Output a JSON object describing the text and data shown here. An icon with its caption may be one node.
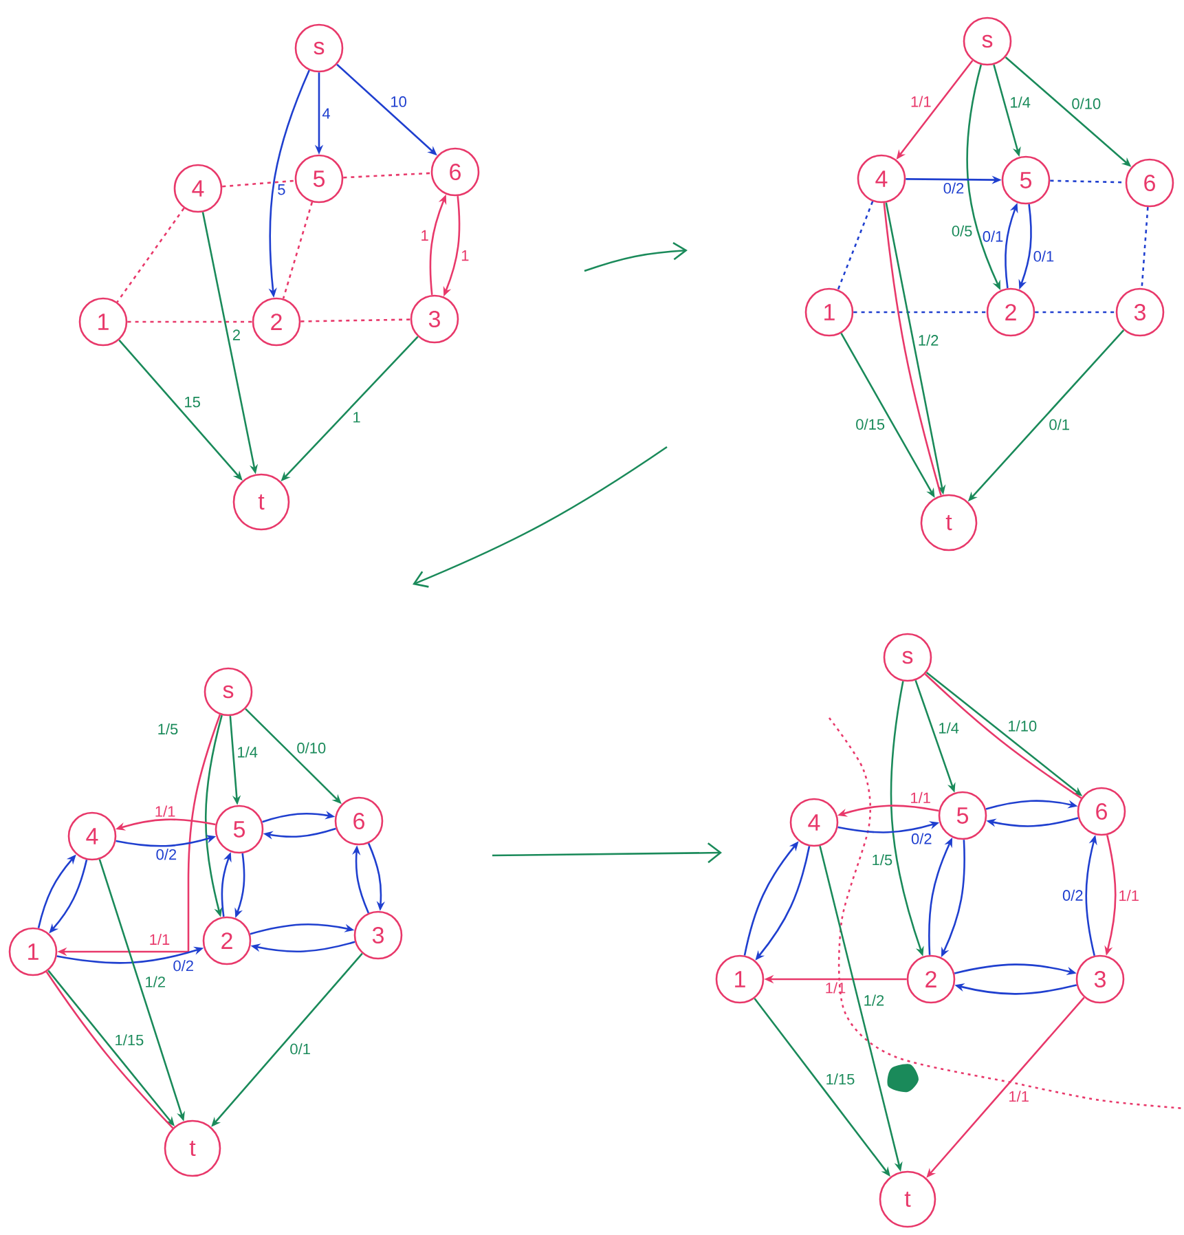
{
  "diagram": {
    "nodes": [
      {
        "text": [
          "s"
        ]
      },
      {
        "text": [
          "4"
        ]
      },
      {
        "text": [
          "5"
        ]
      },
      {
        "text": [
          "6"
        ]
      },
      {
        "text": [
          "1"
        ]
      },
      {
        "text": [
          "2"
        ]
      },
      {
        "text": [
          "3"
        ]
      },
      {
        "text": [
          "t"
        ]
      },
      {
        "text": [
          "s"
        ]
      },
      {
        "text": [
          "4"
        ]
      },
      {
        "text": [
          "5"
        ]
      },
      {
        "text": [
          "6"
        ]
      },
      {
        "text": [
          "1"
        ]
      },
      {
        "text": [
          "2"
        ]
      },
      {
        "text": [
          "3"
        ]
      },
      {
        "text": [
          "t"
        ]
      },
      {
        "text": [
          "s"
        ]
      },
      {
        "text": [
          "4"
        ]
      },
      {
        "text": [
          "5"
        ]
      },
      {
        "text": [
          "6"
        ]
      },
      {
        "text": [
          "1"
        ]
      },
      {
        "text": [
          "2"
        ]
      },
      {
        "text": [
          "3"
        ]
      },
      {
        "text": [
          "t"
        ]
      },
      {
        "text": [
          "s"
        ]
      },
      {
        "text": [
          "4"
        ]
      },
      {
        "text": [
          "5"
        ]
      },
      {
        "text": [
          "6"
        ]
      },
      {
        "text": [
          "1"
        ]
      },
      {
        "text": [
          "2"
        ]
      },
      {
        "text": [
          "3"
        ]
      },
      {
        "text": [
          "t"
        ]
      }
    ],
    "edges": [
      {
        "from": 0,
        "to": 5,
        "arrow": "to",
        "label": "5",
        "color": "#1f3fcf"
      },
      {
        "from": 0,
        "to": 2,
        "arrow": "to",
        "label": "4",
        "color": "#1f3fcf"
      },
      {
        "from": 0,
        "to": 3,
        "arrow": "to",
        "label": "10",
        "color": "#1f3fcf"
      },
      {
        "from": 1,
        "to": 2,
        "arrow": "none",
        "style": "dashed",
        "color": "#e8386a"
      },
      {
        "from": 2,
        "to": 3,
        "arrow": "none",
        "style": "dashed",
        "color": "#e8386a"
      },
      {
        "from": 1,
        "to": 4,
        "arrow": "none",
        "style": "dashed",
        "color": "#e8386a"
      },
      {
        "from": 2,
        "to": 5,
        "arrow": "none",
        "style": "dashed",
        "color": "#e8386a"
      },
      {
        "from": 4,
        "to": 5,
        "arrow": "none",
        "style": "dashed",
        "color": "#e8386a"
      },
      {
        "from": 5,
        "to": 6,
        "arrow": "none",
        "style": "dashed",
        "color": "#e8386a"
      },
      {
        "from": 3,
        "to": 6,
        "arrow": "to",
        "label": "1",
        "color": "#e8386a"
      },
      {
        "from": 6,
        "to": 3,
        "arrow": "to",
        "label": "1",
        "color": "#e8386a"
      },
      {
        "from": 4,
        "to": 7,
        "arrow": "to",
        "label": "15",
        "color": "#1a8a5a"
      },
      {
        "from": 1,
        "to": 7,
        "arrow": "to",
        "label": "2",
        "color": "#1a8a5a"
      },
      {
        "from": 6,
        "to": 7,
        "arrow": "to",
        "label": "1",
        "color": "#1a8a5a"
      },
      {
        "from": 8,
        "to": 10,
        "arrow": "to",
        "label": "1/4",
        "color": "#1a8a5a"
      },
      {
        "from": 8,
        "to": 11,
        "arrow": "to",
        "label": "0/10",
        "color": "#1a8a5a"
      },
      {
        "from": 8,
        "to": 13,
        "arrow": "to",
        "label": "0/5",
        "color": "#1a8a5a"
      },
      {
        "from": 8,
        "to": 9,
        "arrow": "to",
        "label": "1/1",
        "color": "#e8386a"
      },
      {
        "from": 9,
        "to": 10,
        "arrow": "to",
        "label": "0/2",
        "color": "#1f3fcf"
      },
      {
        "from": 13,
        "to": 10,
        "arrow": "to",
        "label": "0/1",
        "color": "#1f3fcf"
      },
      {
        "from": 10,
        "to": 13,
        "arrow": "to",
        "label": "0/1",
        "color": "#1f3fcf"
      },
      {
        "from": 10,
        "to": 11,
        "arrow": "none",
        "style": "dashed",
        "color": "#1f3fcf"
      },
      {
        "from": 9,
        "to": 12,
        "arrow": "none",
        "style": "dashed",
        "color": "#1f3fcf"
      },
      {
        "from": 12,
        "to": 13,
        "arrow": "none",
        "style": "dashed",
        "color": "#1f3fcf"
      },
      {
        "from": 13,
        "to": 14,
        "arrow": "none",
        "style": "dashed",
        "color": "#1f3fcf"
      },
      {
        "from": 11,
        "to": 14,
        "arrow": "none",
        "style": "dashed",
        "color": "#1f3fcf"
      },
      {
        "from": 9,
        "to": 15,
        "arrow": "to",
        "label": "1/2",
        "color": "#1a8a5a"
      },
      {
        "from": 9,
        "to": 15,
        "arrow": "none",
        "color": "#e8386a"
      },
      {
        "from": 12,
        "to": 15,
        "arrow": "to",
        "label": "0/15",
        "color": "#1a8a5a"
      },
      {
        "from": 14,
        "to": 15,
        "arrow": "to",
        "label": "0/1",
        "color": "#1a8a5a"
      },
      {
        "from": 16,
        "to": 18,
        "arrow": "to",
        "label": "1/4",
        "color": "#1a8a5a"
      },
      {
        "from": 16,
        "to": 19,
        "arrow": "to",
        "label": "0/10",
        "color": "#1a8a5a"
      },
      {
        "from": 16,
        "to": 21,
        "arrow": "to",
        "label": "1/5",
        "color": "#1a8a5a"
      },
      {
        "from": 16,
        "to": 20,
        "arrow": "to",
        "label": "1/1",
        "color": "#e8386a"
      },
      {
        "from": 18,
        "to": 17,
        "arrow": "to",
        "label": "1/1",
        "color": "#e8386a"
      },
      {
        "from": 17,
        "to": 18,
        "arrow": "to",
        "label": "0/2",
        "color": "#1f3fcf"
      },
      {
        "from": 18,
        "to": 19,
        "arrow": "to",
        "color": "#1f3fcf"
      },
      {
        "from": 19,
        "to": 18,
        "arrow": "to",
        "color": "#1f3fcf"
      },
      {
        "from": 19,
        "to": 22,
        "arrow": "to",
        "color": "#1f3fcf"
      },
      {
        "from": 22,
        "to": 19,
        "arrow": "to",
        "color": "#1f3fcf"
      },
      {
        "from": 22,
        "to": 21,
        "arrow": "to",
        "color": "#1f3fcf"
      },
      {
        "from": 21,
        "to": 22,
        "arrow": "to",
        "color": "#1f3fcf"
      },
      {
        "from": 21,
        "to": 18,
        "arrow": "to",
        "color": "#1f3fcf"
      },
      {
        "from": 18,
        "to": 21,
        "arrow": "to",
        "color": "#1f3fcf"
      },
      {
        "from": 17,
        "to": 20,
        "arrow": "to",
        "color": "#1f3fcf"
      },
      {
        "from": 20,
        "to": 17,
        "arrow": "to",
        "color": "#1f3fcf"
      },
      {
        "from": 20,
        "to": 21,
        "arrow": "to",
        "label": "0/2",
        "color": "#1f3fcf"
      },
      {
        "from": 17,
        "to": 23,
        "arrow": "to",
        "label": "1/2",
        "color": "#1a8a5a"
      },
      {
        "from": 20,
        "to": 23,
        "arrow": "to",
        "label": "1/15",
        "color": "#1a8a5a"
      },
      {
        "from": 20,
        "to": 23,
        "arrow": "none",
        "color": "#e8386a"
      },
      {
        "from": 22,
        "to": 23,
        "arrow": "to",
        "label": "0/1",
        "color": "#1a8a5a"
      },
      {
        "from": 24,
        "to": 26,
        "arrow": "to",
        "label": "1/4",
        "color": "#1a8a5a"
      },
      {
        "from": 24,
        "to": 27,
        "arrow": "to",
        "label": "1/10",
        "color": "#1a8a5a"
      },
      {
        "from": 24,
        "to": 27,
        "arrow": "none",
        "color": "#e8386a"
      },
      {
        "from": 24,
        "to": 29,
        "arrow": "to",
        "label": "1/5",
        "color": "#1a8a5a"
      },
      {
        "from": 26,
        "to": 25,
        "arrow": "to",
        "label": "1/1",
        "color": "#e8386a"
      },
      {
        "from": 25,
        "to": 26,
        "arrow": "to",
        "label": "0/2",
        "color": "#1f3fcf"
      },
      {
        "from": 26,
        "to": 27,
        "arrow": "to",
        "color": "#1f3fcf"
      },
      {
        "from": 27,
        "to": 26,
        "arrow": "to",
        "color": "#1f3fcf"
      },
      {
        "from": 30,
        "to": 27,
        "arrow": "to",
        "label": "0/2",
        "color": "#1f3fcf"
      },
      {
        "from": 27,
        "to": 30,
        "arrow": "to",
        "label": "1/1",
        "color": "#e8386a"
      },
      {
        "from": 26,
        "to": 29,
        "arrow": "to",
        "color": "#1f3fcf"
      },
      {
        "from": 29,
        "to": 26,
        "arrow": "to",
        "color": "#1f3fcf"
      },
      {
        "from": 29,
        "to": 30,
        "arrow": "to",
        "color": "#1f3fcf"
      },
      {
        "from": 30,
        "to": 29,
        "arrow": "to",
        "color": "#1f3fcf"
      },
      {
        "from": 25,
        "to": 28,
        "arrow": "to",
        "color": "#1f3fcf"
      },
      {
        "from": 28,
        "to": 25,
        "arrow": "to",
        "color": "#1f3fcf"
      },
      {
        "from": 29,
        "to": 28,
        "arrow": "to",
        "label": "1/1",
        "color": "#e8386a"
      },
      {
        "from": 28,
        "to": 31,
        "arrow": "to",
        "label": "1/15",
        "color": "#1a8a5a"
      },
      {
        "from": 25,
        "to": 31,
        "arrow": "to",
        "label": "1/2",
        "color": "#1a8a5a"
      },
      {
        "from": 30,
        "to": 31,
        "arrow": "to",
        "label": "1/1",
        "color": "#e8386a"
      }
    ]
  }
}
